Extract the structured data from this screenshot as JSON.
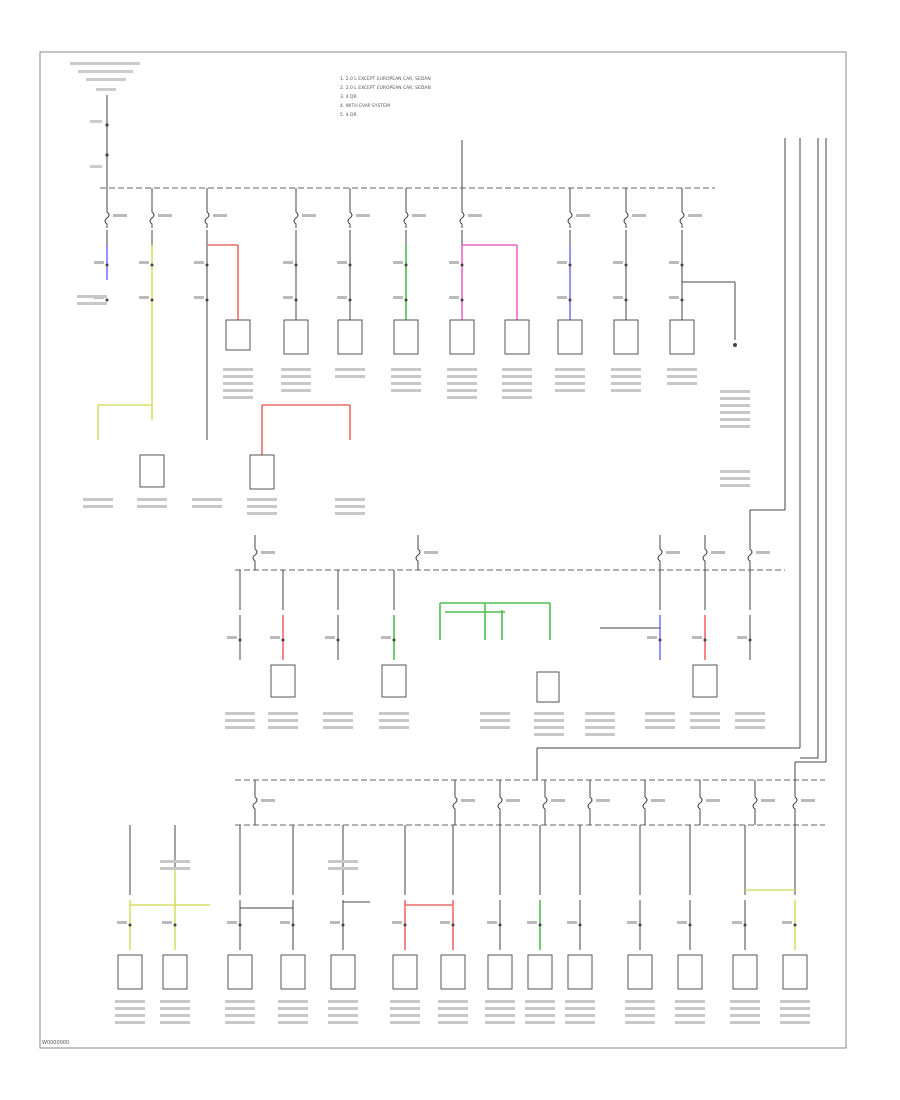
{
  "legend": [
    "1. 2.0 L EXCEPT EUROPEAN CAR, SEDAN",
    "2. 2.0 L EXCEPT EUROPEAN CAR, SEDAN",
    "3. 4 DR",
    "4. WITH EVAP SYSTEM",
    "5. 4 DR"
  ],
  "footer_code": "W0000000",
  "colors": {
    "wire": "#444444",
    "blue": "#7a7aff",
    "yellow": "#d8e06a",
    "red": "#ee6a6a",
    "green": "#4fbf4f",
    "pink": "#ee66cc"
  }
}
